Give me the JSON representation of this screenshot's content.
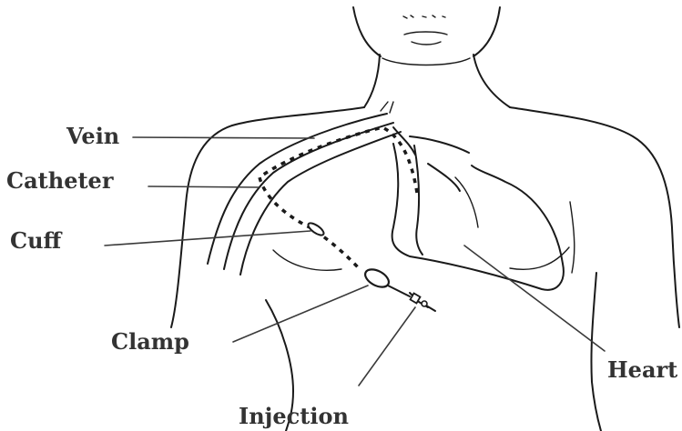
{
  "diagram": {
    "labels": {
      "vein": "Vein",
      "catheter": "Catheter",
      "cuff": "Cuff",
      "clamp": "Clamp",
      "heart": "Heart",
      "injection": "Injection"
    },
    "colors": {
      "line": "#1a1a1a",
      "label_text": "#333333",
      "background": "#ffffff"
    }
  }
}
